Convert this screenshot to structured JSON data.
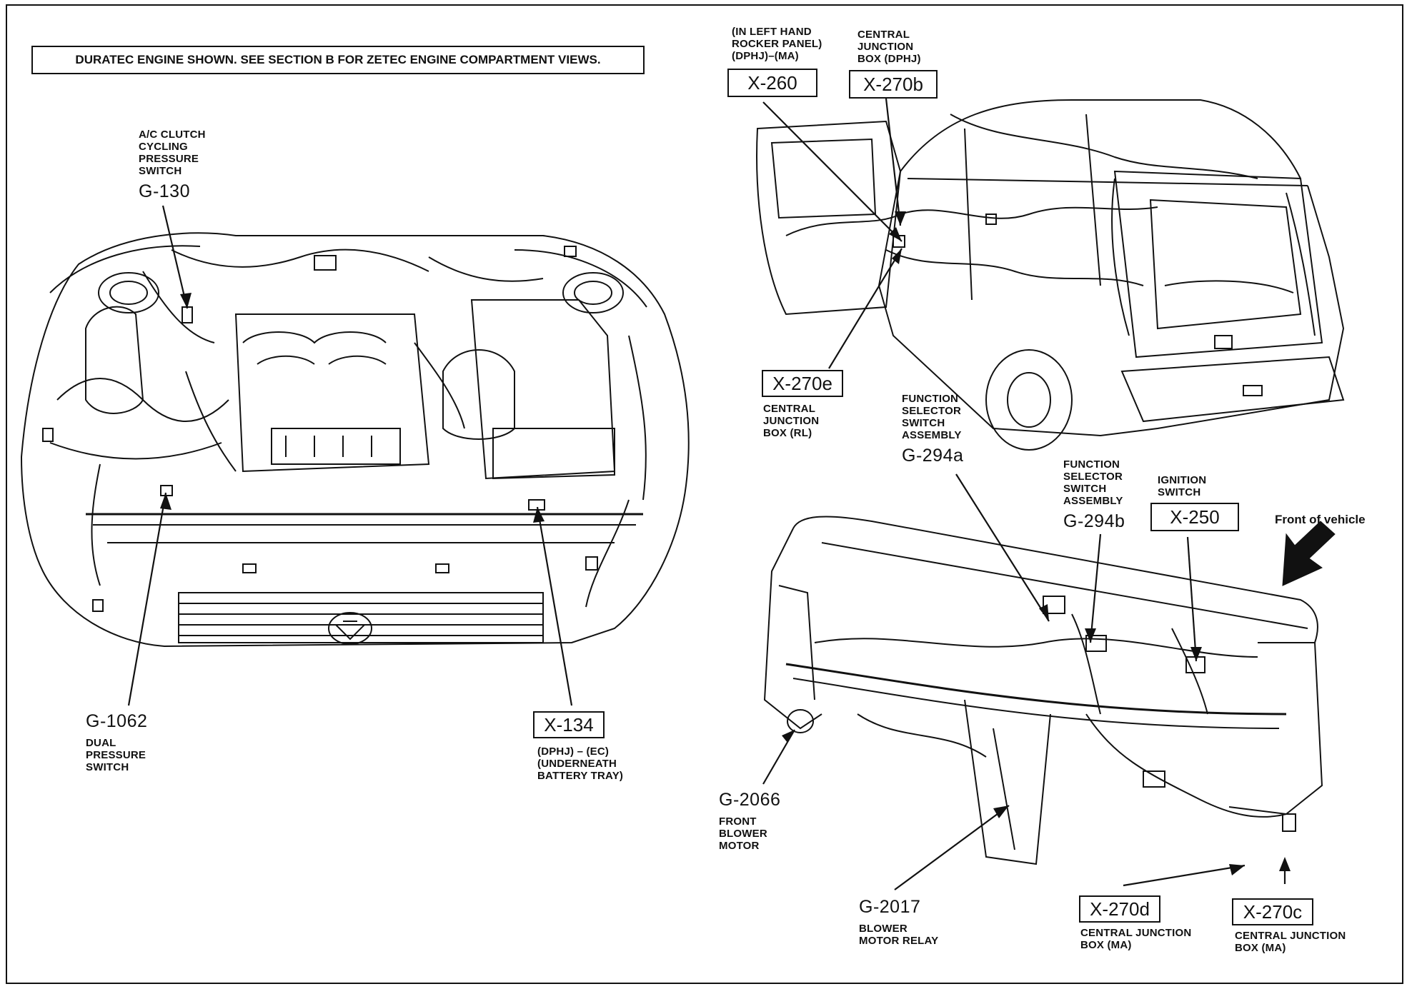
{
  "note": "DURATEC ENGINE SHOWN. SEE SECTION B FOR ZETEC ENGINE COMPARTMENT VIEWS.",
  "front_label": "Front of vehicle",
  "callouts": {
    "g130": {
      "desc": "A/C CLUTCH\nCYCLING\nPRESSURE\nSWITCH",
      "code": "G-130"
    },
    "g1062": {
      "code": "G-1062",
      "desc": "DUAL\nPRESSURE\nSWITCH"
    },
    "x134": {
      "code": "X-134",
      "desc": "(DPHJ) – (EC)\n(UNDERNEATH\nBATTERY TRAY)"
    },
    "x260": {
      "desc": "(IN LEFT HAND\nROCKER PANEL)\n(DPHJ)–(MA)",
      "code": "X-260"
    },
    "x270b": {
      "desc": "CENTRAL\nJUNCTION\nBOX (DPHJ)",
      "code": "X-270b"
    },
    "x270e": {
      "code": "X-270e",
      "desc": "CENTRAL\nJUNCTION\nBOX (RL)"
    },
    "g294a": {
      "desc": "FUNCTION\nSELECTOR\nSWITCH\nASSEMBLY",
      "code": "G-294a"
    },
    "g294b": {
      "desc": "FUNCTION\nSELECTOR\nSWITCH\nASSEMBLY",
      "code": "G-294b"
    },
    "x250": {
      "desc": "IGNITION\nSWITCH",
      "code": "X-250"
    },
    "g2066": {
      "code": "G-2066",
      "desc": "FRONT\nBLOWER\nMOTOR"
    },
    "g2017": {
      "code": "G-2017",
      "desc": "BLOWER\nMOTOR RELAY"
    },
    "x270d": {
      "code": "X-270d",
      "desc": "CENTRAL JUNCTION\nBOX (MA)"
    },
    "x270c": {
      "code": "X-270c",
      "desc": "CENTRAL JUNCTION\nBOX (MA)"
    }
  }
}
